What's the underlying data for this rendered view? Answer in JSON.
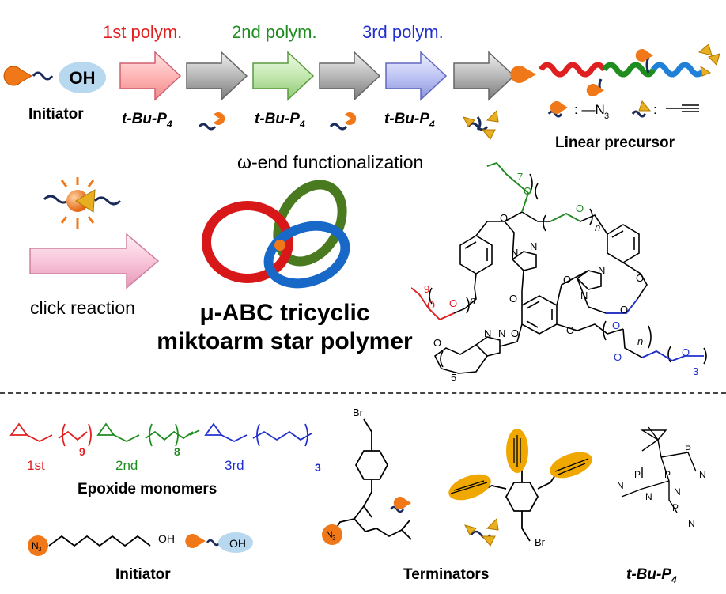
{
  "steps": {
    "first": "1st polym.",
    "second": "2nd polym.",
    "third": "3rd polym."
  },
  "initiator_block": {
    "oh": "OH",
    "label": "Initiator"
  },
  "catalyst": {
    "name": "t-Bu-P",
    "sub": "4"
  },
  "omega_label": "ω-end functionalization",
  "precursor_label": "Linear precursor",
  "legend": {
    "azide": ": —N",
    "azide_sub": "3",
    "alkyne": ":"
  },
  "click_label": "click reaction",
  "product": {
    "line1": "μ-ABC tricyclic",
    "line2": "miktoarm star polymer"
  },
  "structure": {
    "repeat": "n",
    "o": "O",
    "n": "N",
    "x7": "7",
    "x9": "9",
    "x5": "5",
    "x3": "3"
  },
  "bottom": {
    "epoxide_title": "Epoxide monomers",
    "m1": "1st",
    "m1_n": "9",
    "m2": "2nd",
    "m2_n": "8",
    "m3": "3rd",
    "m3_n": "3",
    "initiator_label": "Initiator",
    "oh": "OH",
    "n3": "N",
    "n3_sub": "3",
    "terminators_label": "Terminators",
    "br": "Br",
    "catalyst_label": "t-Bu-P",
    "catalyst_sub": "4",
    "p": "P",
    "n_atom": "N"
  },
  "colors": {
    "red": "#e02020",
    "green": "#1e8c1e",
    "blue": "#2030d0",
    "orange": "#f07818",
    "gold": "#e8b020",
    "navy": "#1a2a5a"
  }
}
